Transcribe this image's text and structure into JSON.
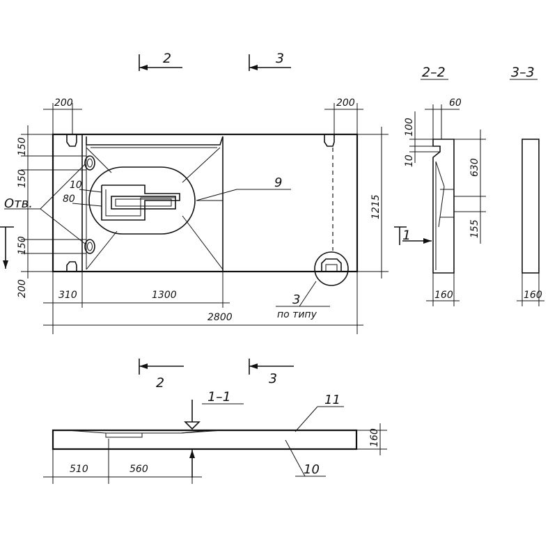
{
  "plan": {
    "dim_left_top": "200",
    "dim_right_top": "200",
    "dim_150_a": "150",
    "dim_150_b": "150",
    "dim_150_c": "150",
    "dim_200_bottom": "200",
    "dim_310": "310",
    "dim_1300": "1300",
    "dim_2800": "2800",
    "dim_1215": "1215",
    "dim_10": "10",
    "dim_80": "80",
    "label_holes": "Отв.",
    "callout_9": "9",
    "callout_3": "3",
    "callout_3_note": "по типу",
    "section_mark_1": "1",
    "section_mark_2_top": "2",
    "section_mark_3_top": "3",
    "section_mark_2_bottom": "2",
    "section_mark_3_bottom": "3"
  },
  "section_2_2": {
    "title": "2–2",
    "dim_100": "100",
    "dim_60": "60",
    "dim_10": "10",
    "dim_630": "630",
    "dim_155": "155",
    "dim_160": "160",
    "section_mark_1": "1"
  },
  "section_3_3": {
    "title": "3–3",
    "dim_160": "160"
  },
  "section_1_1": {
    "title": "1–1",
    "callout_11": "11",
    "callout_10": "10",
    "dim_510": "510",
    "dim_560": "560",
    "dim_160": "160"
  }
}
